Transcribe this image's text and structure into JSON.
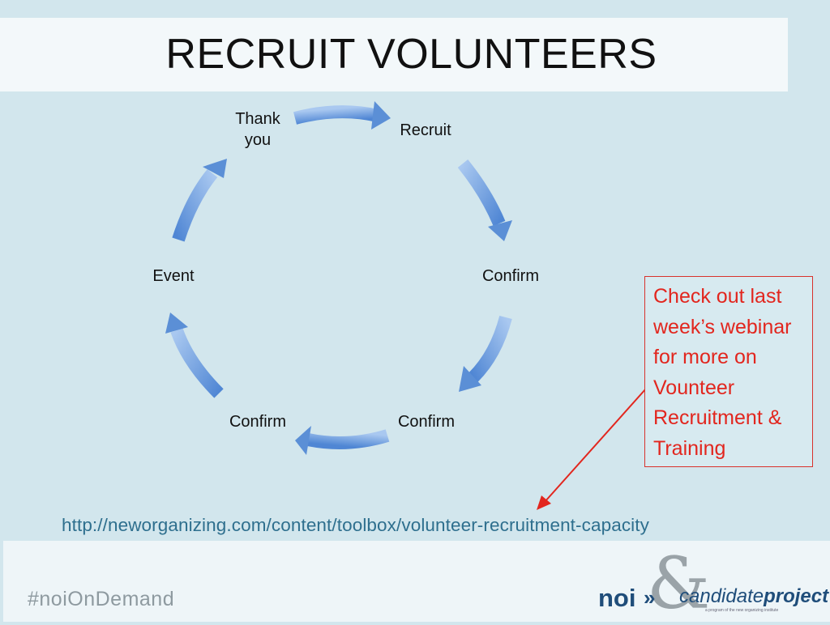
{
  "slide": {
    "title": "RECRUIT VOLUNTEERS"
  },
  "cycle": {
    "nodes": [
      {
        "id": "thank-you",
        "line1": "Thank",
        "line2": "you"
      },
      {
        "id": "recruit",
        "label": "Recruit"
      },
      {
        "id": "confirm-1",
        "label": "Confirm"
      },
      {
        "id": "confirm-2",
        "label": "Confirm"
      },
      {
        "id": "confirm-3",
        "label": "Confirm"
      },
      {
        "id": "event",
        "label": "Event"
      }
    ],
    "arrow_color": "#5b8fd6"
  },
  "callout": {
    "text": "Check out last week’s webinar for more on Vounteer Recruitment & Training",
    "color": "#e2261e"
  },
  "link": {
    "text": "http://neworganizing.com/content/toolbox/volunteer-recruitment-capacity"
  },
  "footer": {
    "hashtag": "#noiOnDemand",
    "logo": {
      "noi": "noi",
      "chevrons": "»",
      "ampersand": "&",
      "candidate": "candidate",
      "project": "project",
      "tagline": "a program of the new organizing institute"
    }
  }
}
